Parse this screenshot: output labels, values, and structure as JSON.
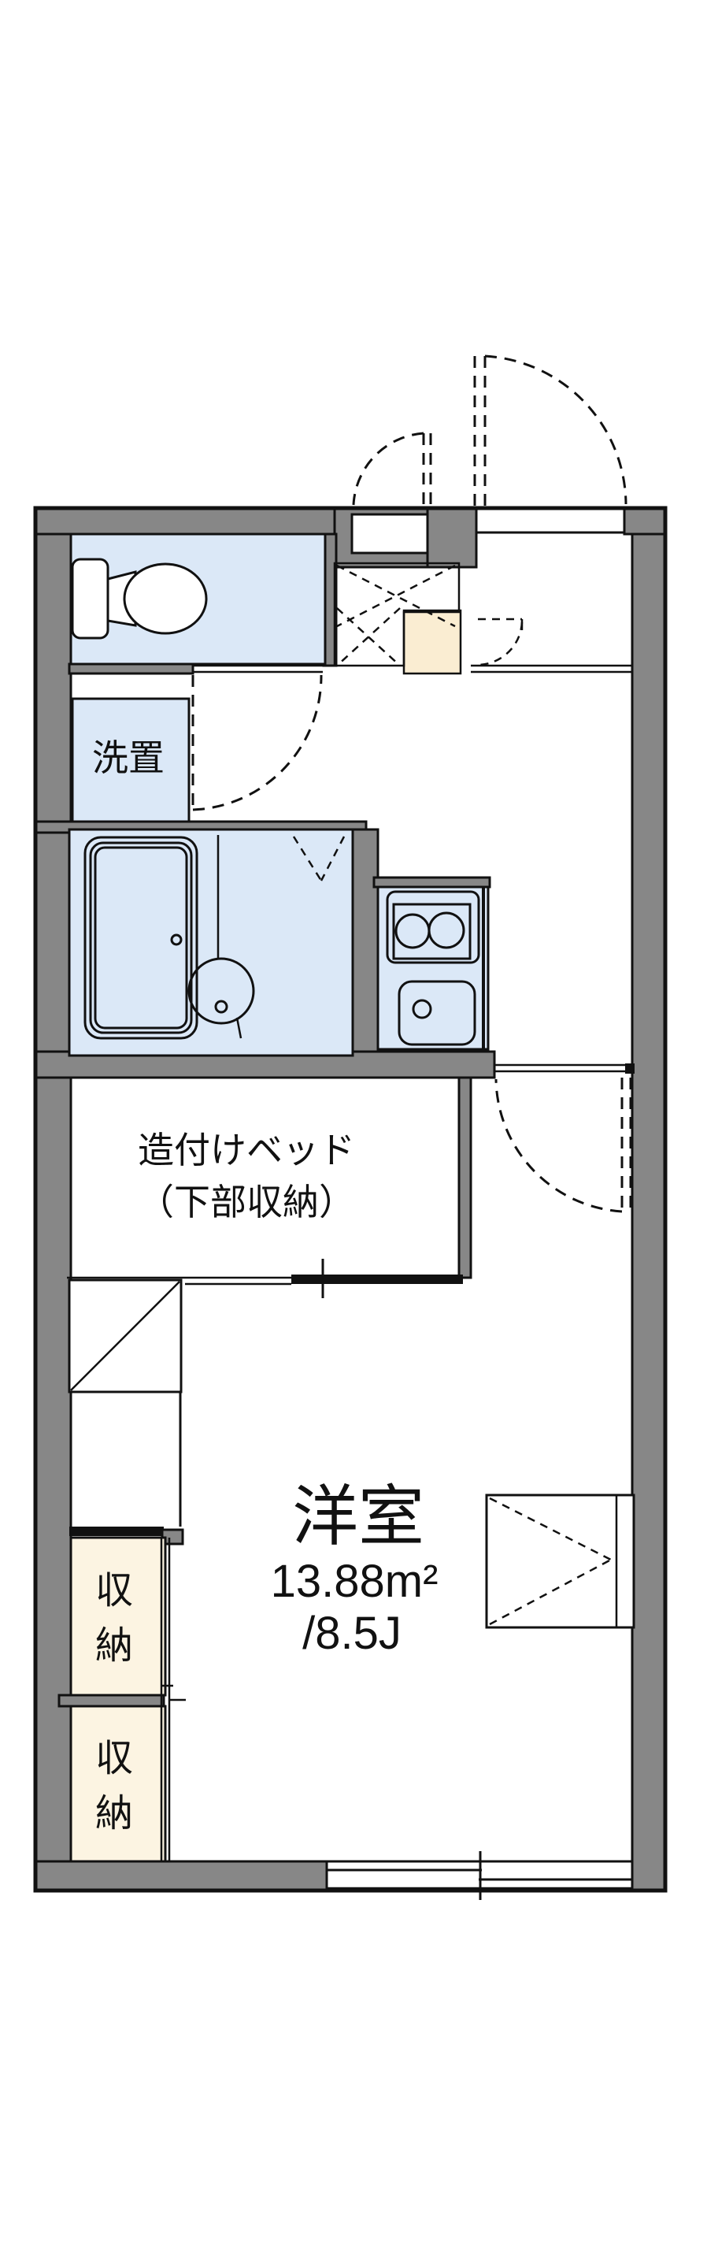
{
  "plan": {
    "kind": "apartment-floorplan",
    "colors": {
      "wall": "#878787",
      "water": "#dbe8f7",
      "storage": "#fcf4e2",
      "entry": "#faedd2"
    },
    "rooms": {
      "laundry": {
        "label": "洗置"
      },
      "bed": {
        "line1": "造付けベッド",
        "line2": "（下部収納）"
      },
      "main": {
        "name": "洋室",
        "area_m2": "13.88m²",
        "area_m2_value": 13.88,
        "area_tatami": "/8.5J",
        "area_tatami_value": 8.5
      },
      "storage_upper": {
        "label": "収納",
        "chars": [
          "収",
          "納"
        ]
      },
      "storage_lower": {
        "label": "収納",
        "chars": [
          "収",
          "納"
        ]
      }
    }
  }
}
